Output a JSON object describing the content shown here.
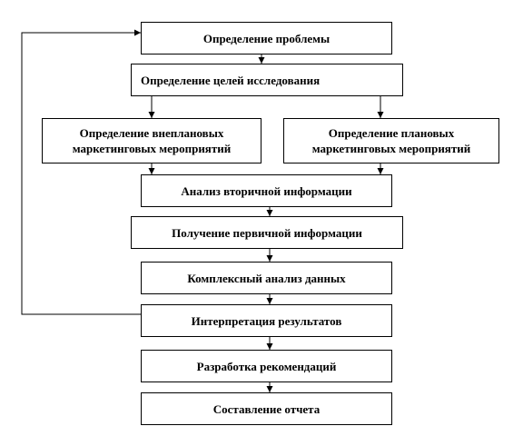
{
  "diagram": {
    "steps": [
      "Определение проблемы",
      "Определение целей исследования",
      "Определение внеплановых\nмаркетинговых мероприятий",
      "Определение плановых\nмаркетинговых мероприятий",
      "Анализ вторичной информации",
      "Получение первичной информации",
      "Комплексный анализ данных",
      "Интерпретация результатов",
      "Разработка рекомендаций",
      "Составление отчета"
    ],
    "line_color": "#000000"
  }
}
